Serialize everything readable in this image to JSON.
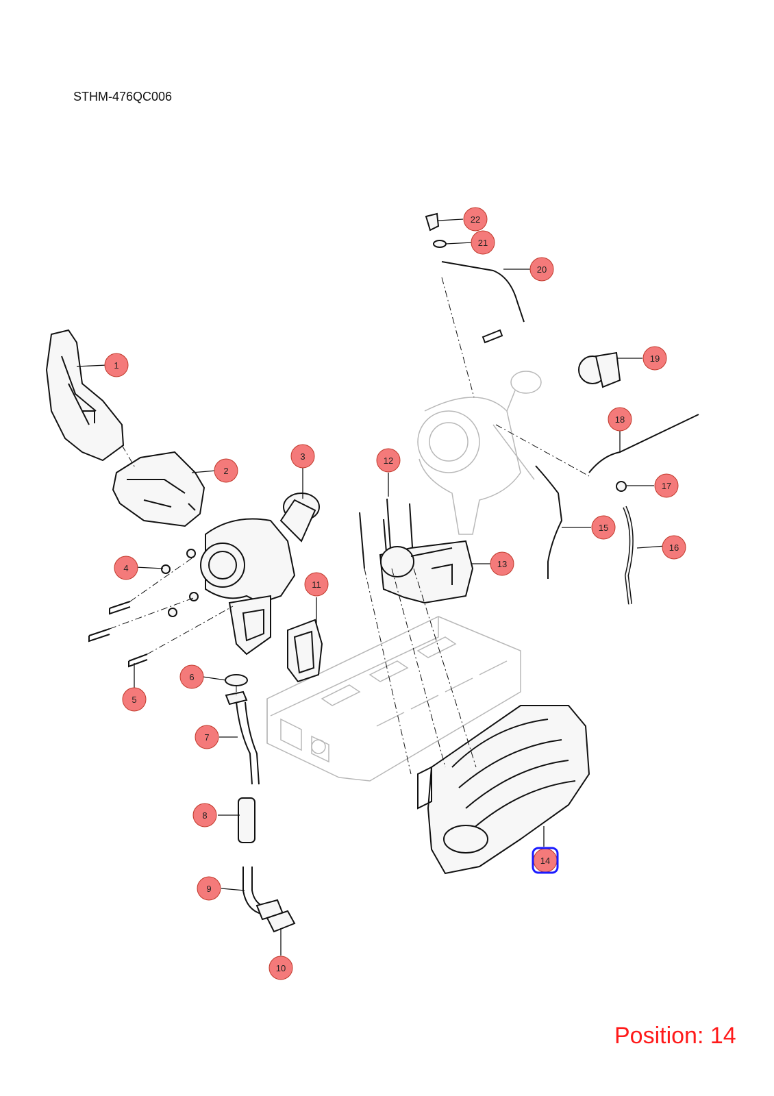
{
  "diagram_code": "STHM-476QC006",
  "position_label": "Position: 14",
  "selected_part": "14",
  "colors": {
    "callout_fill": "#f47a7a",
    "callout_stroke": "#c0392b",
    "selected_ring": "#1a1aff",
    "position_text": "#ff1a1a"
  },
  "callouts": [
    "1",
    "2",
    "3",
    "4",
    "5",
    "6",
    "7",
    "8",
    "9",
    "10",
    "11",
    "12",
    "13",
    "14",
    "15",
    "16",
    "17",
    "18",
    "19",
    "20",
    "21",
    "22"
  ]
}
